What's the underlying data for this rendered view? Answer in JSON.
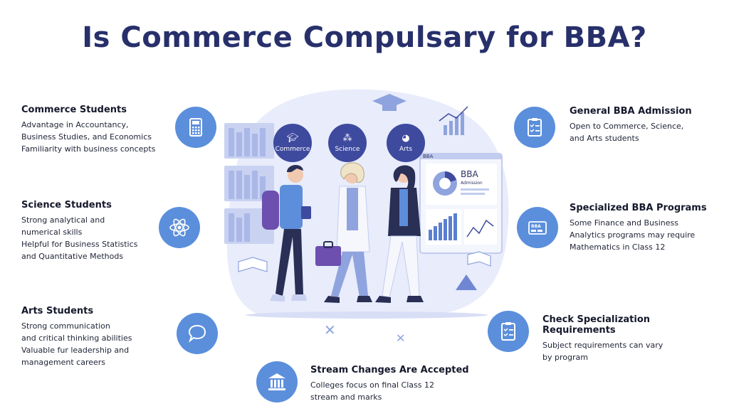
{
  "title": "Is Commerce Compulsary for BBA?",
  "colors": {
    "title": "#27306b",
    "icon_bg": "#5b8fdc",
    "illustration_bg": "#e8ecfb",
    "accent_dark": "#3e4a9e"
  },
  "illustration": {
    "streams": [
      "Commerce",
      "Science",
      "Arts"
    ],
    "card_title": "BBA",
    "card_subtitle": "Admission",
    "screen_label": "BBA"
  },
  "left_items": [
    {
      "icon": "calculator-icon",
      "heading": "Commerce Students",
      "lines": [
        "Advantage in Accountancy,",
        "Business Studies, and Economics",
        "Familiarity with business concepts"
      ]
    },
    {
      "icon": "atom-icon",
      "heading": "Science Students",
      "lines": [
        "Strong analytical and",
        "numerical skills",
        "Helpful for Business Statistics",
        "and Quantitative Methods"
      ]
    },
    {
      "icon": "speech-bubble-icon",
      "heading": "Arts Students",
      "lines": [
        "Strong communication",
        "and critical thinking abilities",
        "Valuable fur leadership and",
        "management careers"
      ]
    }
  ],
  "right_items": [
    {
      "icon": "clipboard-checklist-icon",
      "heading": "General BBA Admission",
      "lines": [
        "Open to Commerce, Science,",
        "and Arts students"
      ]
    },
    {
      "icon": "bba-card-icon",
      "badge": "BBA",
      "heading": "Specialized BBA Programs",
      "lines": [
        "Some Finance and Business",
        "Analytics programs may require",
        "Mathematics in Class 12"
      ]
    },
    {
      "icon": "clipboard-checklist-icon",
      "heading": "Check Specialization Requirements",
      "lines": [
        "Subject requirements can vary",
        "by program"
      ]
    }
  ],
  "bottom_item": {
    "icon": "institution-icon",
    "heading": "Stream Changes Are Accepted",
    "lines": [
      "Colleges focus on final Class 12",
      "stream and marks"
    ]
  }
}
